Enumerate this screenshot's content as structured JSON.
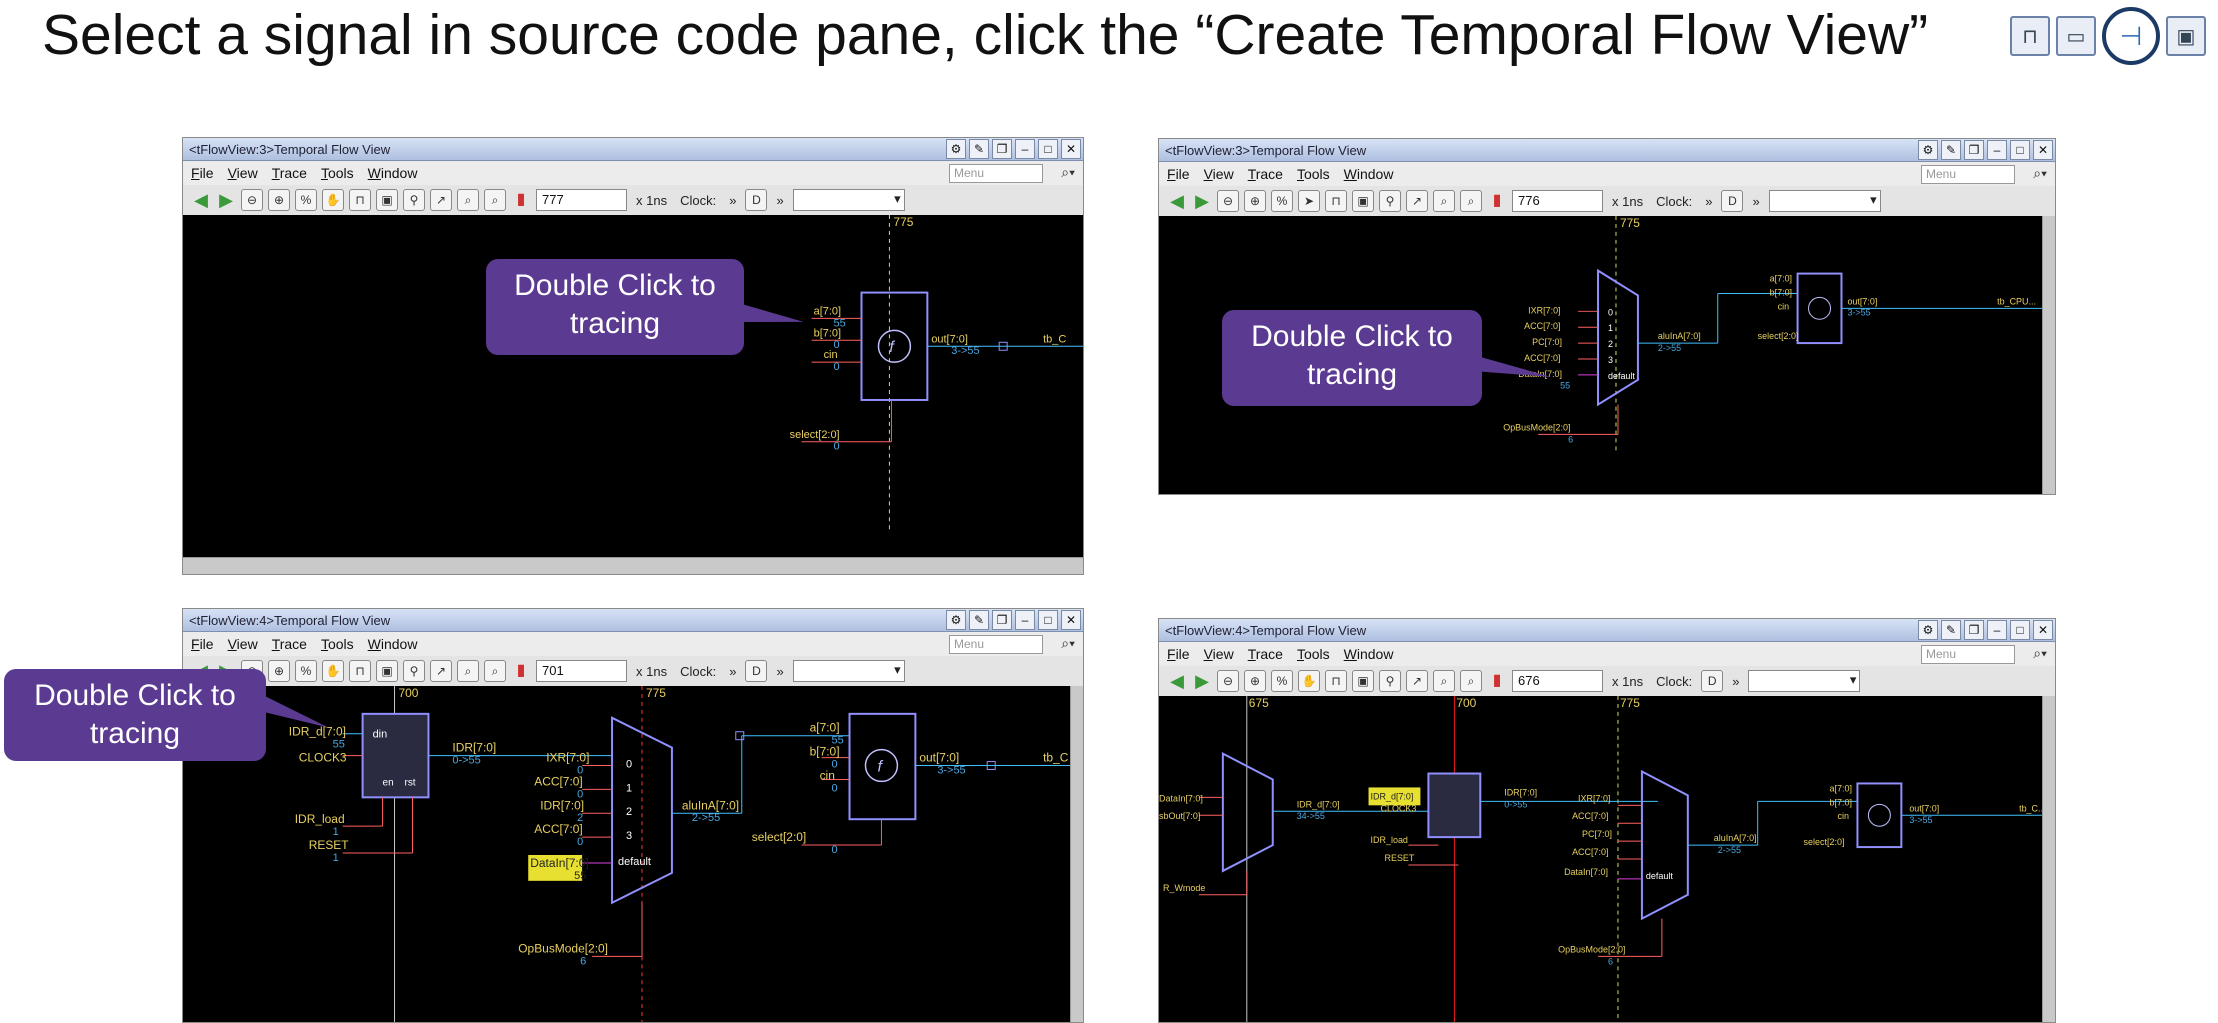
{
  "heading": "Select a signal in source code pane, click the “Create Temporal Flow View”",
  "top_toolbar": {
    "icons": [
      "waveform-icon",
      "schematic-icon",
      "temporal-flow-icon",
      "panel-icon"
    ]
  },
  "menu": [
    "File",
    "View",
    "Trace",
    "Tools",
    "Window"
  ],
  "menu_search_placeholder": "Menu",
  "time_unit": "x 1ns",
  "clock_label": "Clock:",
  "callout_text_line1": "Double Click to",
  "callout_text_line2": "tracing",
  "windows": [
    {
      "title": "<tFlowView:3>Temporal Flow View",
      "time_value": "777",
      "cursor_label": "775",
      "signals": {
        "a": "a[7:0]",
        "a_val": "55",
        "b": "b[7:0]",
        "b_val": "0",
        "cin": "cin",
        "cin_val": "0",
        "select": "select[2:0]",
        "select_val": "0",
        "out": "out[7:0]",
        "out_val": "3->55",
        "tb": "tb_C"
      }
    },
    {
      "title": "<tFlowView:3>Temporal Flow View",
      "time_value": "776",
      "cursor_label": "775",
      "signals": {
        "ixr": "IXR[7:0]",
        "acc": "ACC[7:0]",
        "pc": "PC[7:0]",
        "acc2": "ACC[7:0]",
        "datain": "DataIn[7:0]",
        "datain_val": "55",
        "opbus": "OpBusMode[2:0]",
        "opbus_val": "6",
        "alu": "aluInA[7:0]",
        "alu_val": "2->55",
        "a": "a[7:0]",
        "b": "b[7:0]",
        "cin": "cin",
        "select": "select[2:0]",
        "out": "out[7:0]",
        "out_val": "3->55",
        "tb": "tb_CPU..."
      }
    },
    {
      "title": "<tFlowView:4>Temporal Flow View",
      "time_value": "701",
      "cursor_label": "700",
      "cursor_label2": "775",
      "signals": {
        "idr_d": "IDR_d[7:0]",
        "idr_d_val": "55",
        "clock": "CLOCK3",
        "idr_load": "IDR_load",
        "idr_load_val": "1",
        "reset": "RESET",
        "reset_val": "1",
        "din": "din",
        "en": "en",
        "rst": "rst",
        "idr": "IDR[7:0]",
        "idr_val": "0->55",
        "ixr": "IXR[7:0]",
        "ixr_val": "0",
        "acc": "ACC[7:0]",
        "acc_val": "0",
        "idr2": "IDR[7:0]",
        "idr2_val": "2",
        "acc2": "ACC[7:0]",
        "acc2_val": "0",
        "datain": "DataIn[7:0]",
        "datain_val": "55",
        "default": "default",
        "opbus": "OpBusMode[2:0]",
        "opbus_val": "6",
        "alu": "aluInA[7:0]",
        "alu_val": "2->55",
        "a": "a[7:0]",
        "a_val": "55",
        "b": "b[7:0]",
        "b_val": "0",
        "cin": "cin",
        "cin_val": "0",
        "select": "select[2:0]",
        "select_val": "0",
        "out": "out[7:0]",
        "out_val": "3->55",
        "tb": "tb_C"
      }
    },
    {
      "title": "<tFlowView:4>Temporal Flow View",
      "time_value": "676",
      "cursor_label": "675",
      "cursor_label2": "700",
      "cursor_label3": "775",
      "signals": {
        "datain": "DataIn[7:0]",
        "sbout": "sbOut[7:0]",
        "r_wmode": "R_Wmode",
        "idr_d": "IDR_d[7:0]",
        "idr_d_val": "34->55",
        "idr_d2": "IDR_d[7:0]",
        "clock": "CLOCK3",
        "idr_load": "IDR_load",
        "reset": "RESET",
        "idr": "IDR[7:0]",
        "idr_val": "0->55",
        "ixr": "IXR[7:0]",
        "acc": "ACC[7:0]",
        "pc": "PC[7:0]",
        "acc2": "ACC[7:0]",
        "datain2": "DataIn[7:0]",
        "default": "default",
        "opbus": "OpBusMode[2:0]",
        "opbus_val": "6",
        "alu": "aluInA[7:0]",
        "alu_val": "2->55",
        "a": "a[7:0]",
        "b": "b[7:0]",
        "cin": "cin",
        "select": "select[2:0]",
        "out": "out[7:0]",
        "out_val": "3->55",
        "tb": "tb_C..."
      }
    }
  ],
  "colors": {
    "canvas": "#000000",
    "signal_label": "#e8d060",
    "value": "#4aa8e0",
    "wire": "#40c0ff",
    "red_wire": "#ff6060",
    "callout": "#5b3a91",
    "highlight": "#e8e030"
  }
}
